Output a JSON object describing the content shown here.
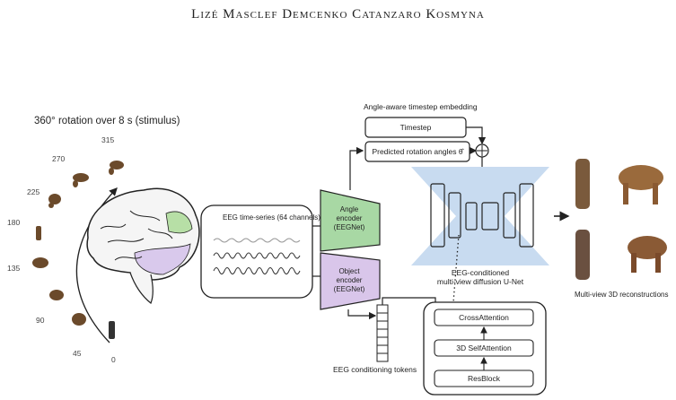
{
  "header": {
    "authors": "Lizé Masclef Demcenko Catanzaro Kosmyna"
  },
  "stimulus": {
    "title": "360° rotation over 8 s (stimulus)",
    "angles": [
      "315",
      "270",
      "225",
      "180",
      "135",
      "90",
      "45",
      "0"
    ]
  },
  "eeg": {
    "label": "EEG time-series (64 channels)"
  },
  "angle_encoder": {
    "line1": "Angle",
    "line2": "encoder",
    "line3": "(EEGNet)"
  },
  "object_encoder": {
    "line1": "Object",
    "line2": "encoder",
    "line3": "(EEGNet)"
  },
  "embedding": {
    "title": "Angle-aware timestep embedding",
    "timestep": "Timestep",
    "predicted": "Predicted rotation angles θ̂"
  },
  "unet": {
    "line1": "EEG-conditioned",
    "line2": "multi-view diffusion U-Net"
  },
  "tokens": {
    "label": "EEG conditioning tokens"
  },
  "block": {
    "cross": "CrossAttention",
    "self": "3D SelfAttention",
    "res": "ResBlock"
  },
  "output": {
    "label": "Multi-view 3D reconstructions"
  },
  "colors": {
    "angle_encoder": "#a8d8a4",
    "object_encoder": "#d9c6ea",
    "unet": "#c8dbf0",
    "brain_green": "#b7dfa6",
    "brain_purple": "#d9c9ec"
  }
}
